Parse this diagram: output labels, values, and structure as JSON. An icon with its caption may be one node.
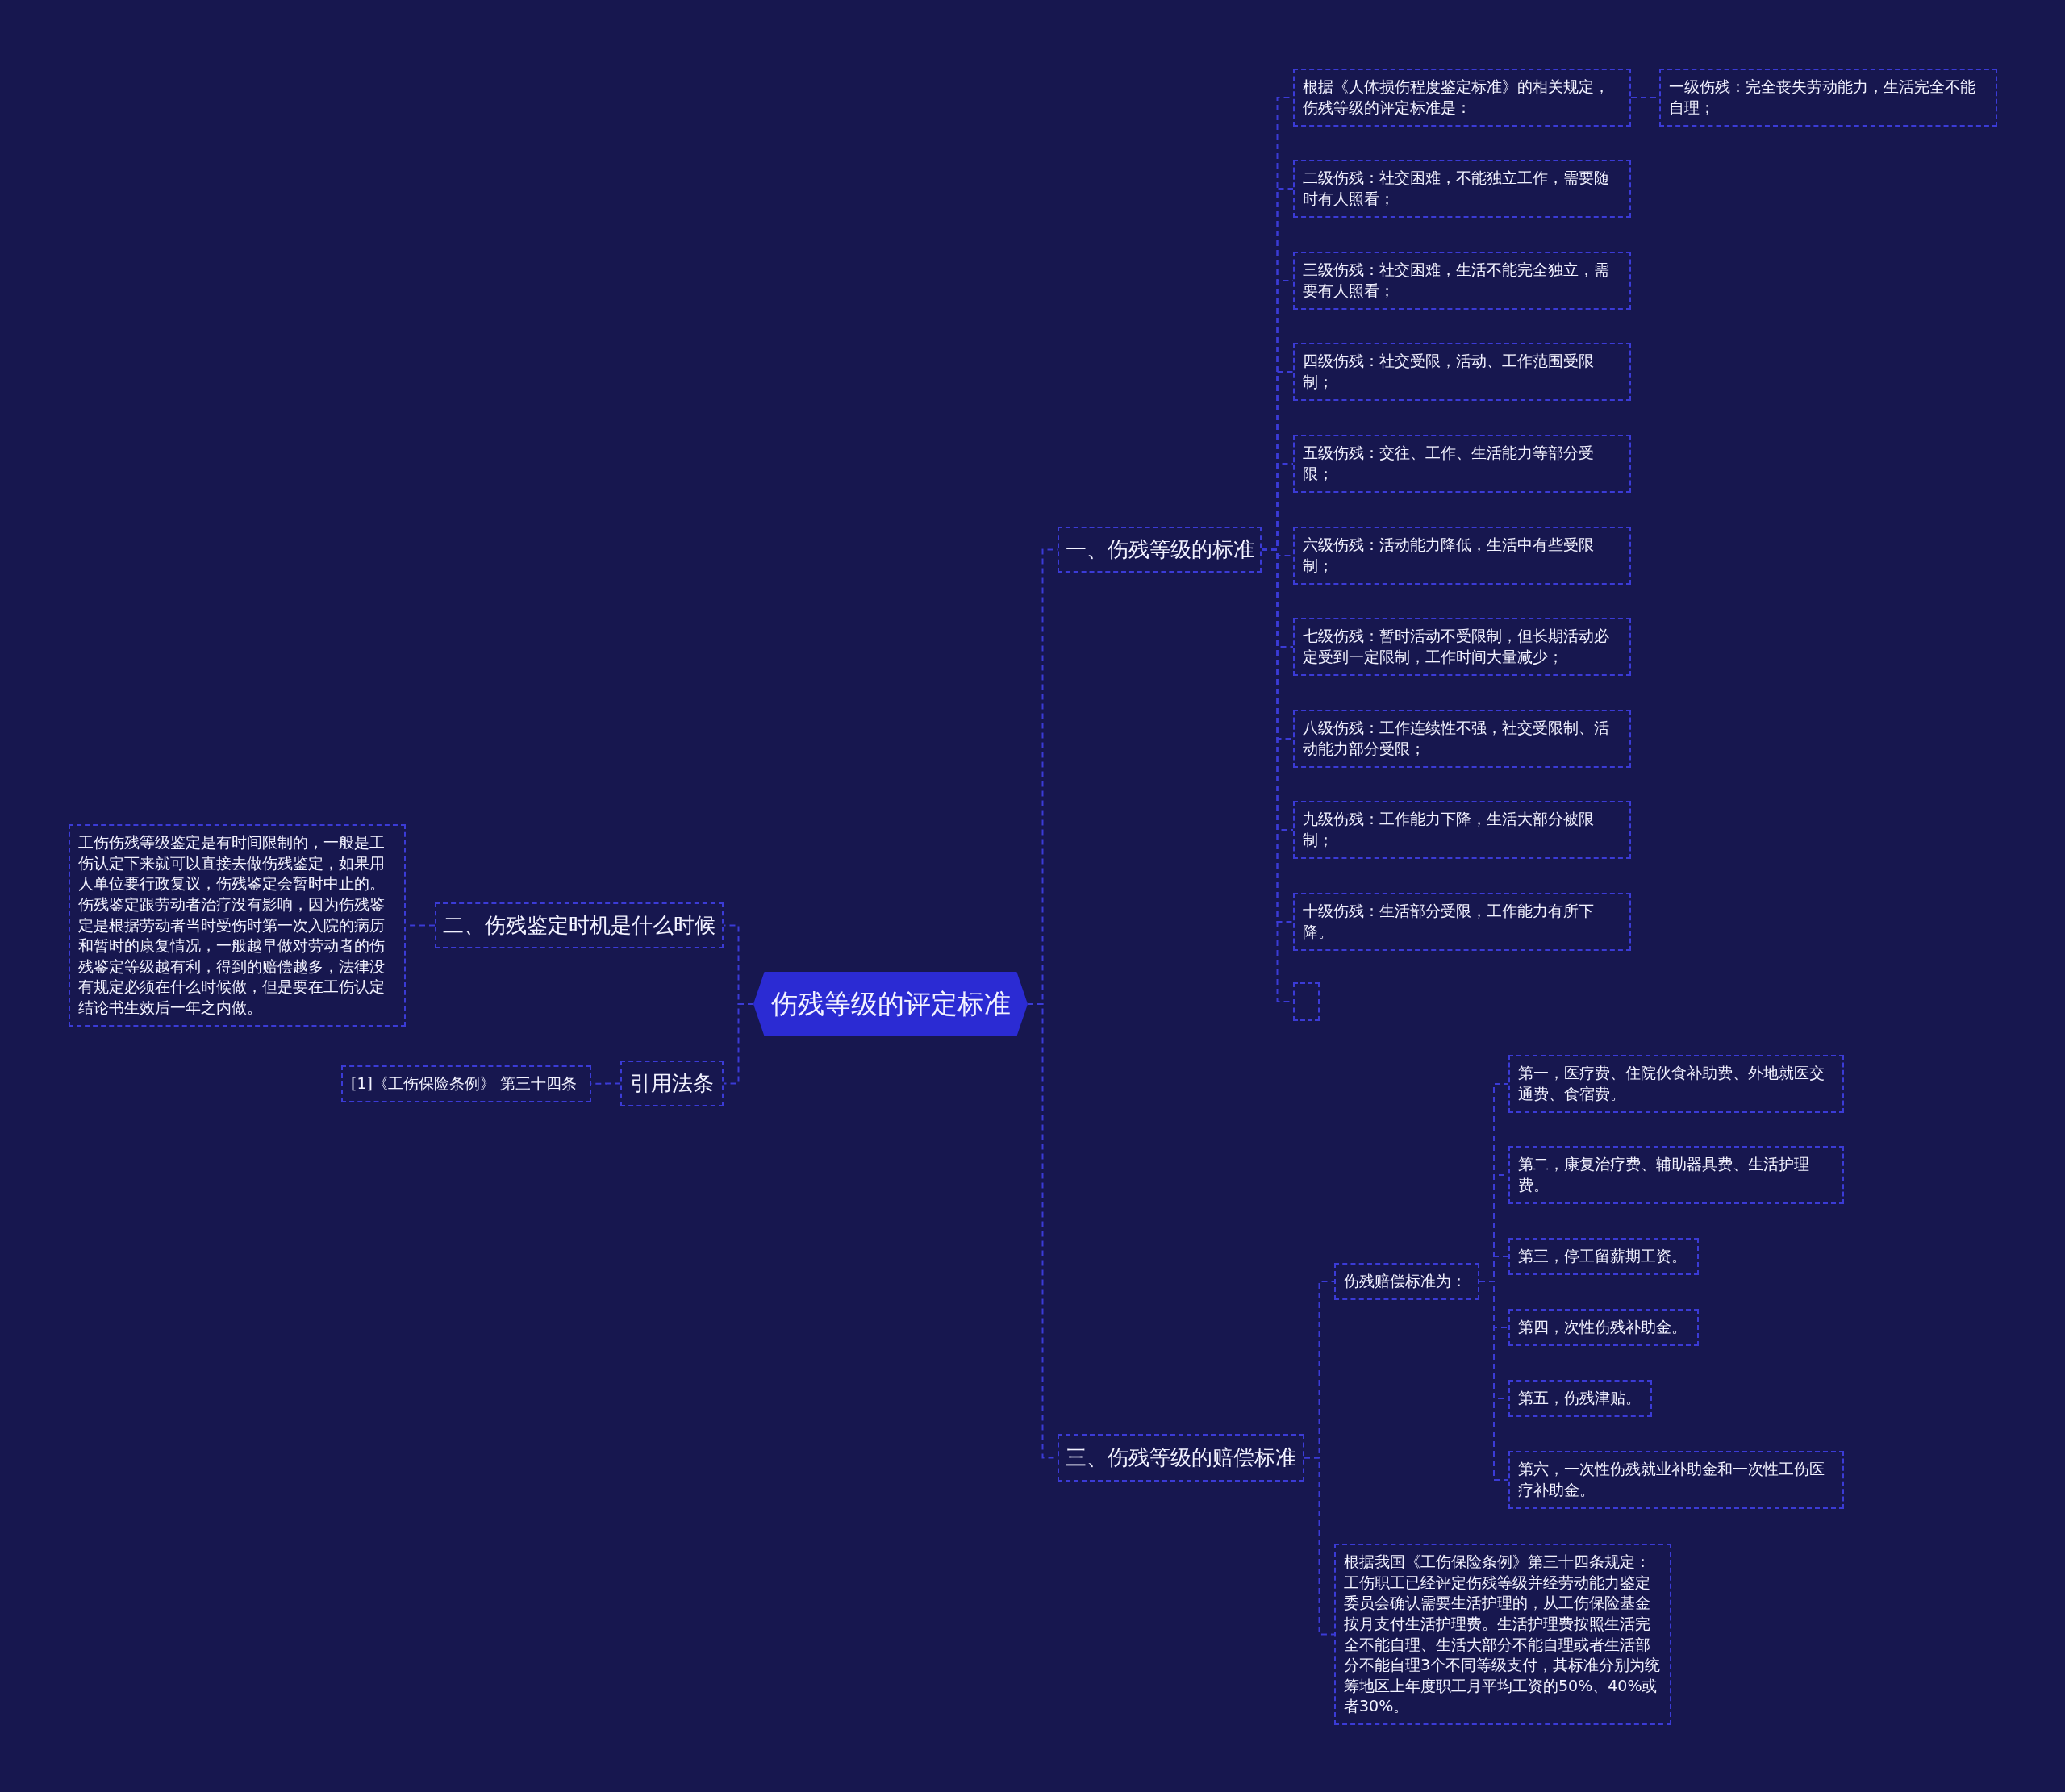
{
  "diagram": {
    "nodes": [
      {
        "text": [
          "伤残等级的评定标准"
        ]
      },
      {
        "text": [
          "一、伤残等级的标准"
        ]
      },
      {
        "text": [
          "根据《人体损伤程度鉴定标准》的相关规定，伤残等级的评定标准是："
        ]
      },
      {
        "text": [
          "一级伤残：完全丧失劳动能力，生活完全不能自理；"
        ]
      },
      {
        "text": [
          "二级伤残：社交困难，不能独立工作，需要随时有人照看；"
        ]
      },
      {
        "text": [
          "三级伤残：社交困难，生活不能完全独立，需要有人照看；"
        ]
      },
      {
        "text": [
          "四级伤残：社交受限，活动、工作范围受限制；"
        ]
      },
      {
        "text": [
          "五级伤残：交往、工作、生活能力等部分受限；"
        ]
      },
      {
        "text": [
          "六级伤残：活动能力降低，生活中有些受限制；"
        ]
      },
      {
        "text": [
          "七级伤残：暂时活动不受限制，但长期活动必定受到一定限制，工作时间大量减少；"
        ]
      },
      {
        "text": [
          "八级伤残：工作连续性不强，社交受限制、活动能力部分受限；"
        ]
      },
      {
        "text": [
          "九级伤残：工作能力下降，生活大部分被限制；"
        ]
      },
      {
        "text": [
          "十级伤残：生活部分受限，工作能力有所下降。"
        ]
      },
      {
        "text": [],
        "shape": "box"
      },
      {
        "text": [
          "二、伤残鉴定时机是什么时候"
        ]
      },
      {
        "text": [
          "工伤伤残等级鉴定是有时间限制的，一般是工伤认定下来就可以直接去做伤残鉴定，如果用人单位要行政复议，伤残鉴定会暂时中止的。伤残鉴定跟劳动者治疗没有影响，因为伤残鉴定是根据劳动者当时受伤时第一次入院的病历和暂时的康复情况，一般越早做对劳动者的伤残鉴定等级越有利，得到的赔偿越多，法律没有规定必须在什么时候做，但是要在工伤认定结论书生效后一年之内做。"
        ]
      },
      {
        "text": [
          "引用法条"
        ]
      },
      {
        "text": [
          "[1]《工伤保险条例》 第三十四条"
        ]
      },
      {
        "text": [
          "三、伤残等级的赔偿标准"
        ]
      },
      {
        "text": [
          "伤残赔偿标准为："
        ]
      },
      {
        "text": [
          "第一，医疗费、住院伙食补助费、外地就医交通费、食宿费。"
        ]
      },
      {
        "text": [
          "第二，康复治疗费、辅助器具费、生活护理费。"
        ]
      },
      {
        "text": [
          "第三，停工留薪期工资。"
        ]
      },
      {
        "text": [
          "第四，次性伤残补助金。"
        ]
      },
      {
        "text": [
          "第五，伤残津贴。"
        ]
      },
      {
        "text": [
          "第六，一次性伤残就业补助金和一次性工伤医疗补助金。"
        ]
      },
      {
        "text": [
          "根据我国《工伤保险条例》第三十四条规定：工伤职工已经评定伤残等级并经劳动能力鉴定委员会确认需要生活护理的，从工伤保险基金按月支付生活护理费。生活护理费按照生活完全不能自理、生活大部分不能自理或者生活部分不能自理3个不同等级支付，其标准分别为统筹地区上年度职工月平均工资的50%、40%或者30%。"
        ]
      }
    ],
    "edges": [
      {
        "from": 0,
        "to": 1,
        "arrow": "none"
      },
      {
        "from": 1,
        "to": 2,
        "arrow": "none"
      },
      {
        "from": 2,
        "to": 3,
        "arrow": "none"
      },
      {
        "from": 1,
        "to": 4,
        "arrow": "none"
      },
      {
        "from": 1,
        "to": 5,
        "arrow": "none"
      },
      {
        "from": 1,
        "to": 6,
        "arrow": "none"
      },
      {
        "from": 1,
        "to": 7,
        "arrow": "none"
      },
      {
        "from": 1,
        "to": 8,
        "arrow": "none"
      },
      {
        "from": 1,
        "to": 9,
        "arrow": "none"
      },
      {
        "from": 1,
        "to": 10,
        "arrow": "none"
      },
      {
        "from": 1,
        "to": 11,
        "arrow": "none"
      },
      {
        "from": 1,
        "to": 12,
        "arrow": "none"
      },
      {
        "from": 1,
        "to": 13,
        "arrow": "none"
      },
      {
        "from": 0,
        "to": 14,
        "arrow": "none"
      },
      {
        "from": 14,
        "to": 15,
        "arrow": "none"
      },
      {
        "from": 0,
        "to": 16,
        "arrow": "none"
      },
      {
        "from": 16,
        "to": 17,
        "arrow": "none"
      },
      {
        "from": 0,
        "to": 18,
        "arrow": "none"
      },
      {
        "from": 18,
        "to": 19,
        "arrow": "none"
      },
      {
        "from": 19,
        "to": 20,
        "arrow": "none"
      },
      {
        "from": 19,
        "to": 21,
        "arrow": "none"
      },
      {
        "from": 19,
        "to": 22,
        "arrow": "none"
      },
      {
        "from": 19,
        "to": 23,
        "arrow": "none"
      },
      {
        "from": 19,
        "to": 24,
        "arrow": "none"
      },
      {
        "from": 19,
        "to": 25,
        "arrow": "none"
      },
      {
        "from": 18,
        "to": 26,
        "arrow": "none"
      }
    ]
  }
}
